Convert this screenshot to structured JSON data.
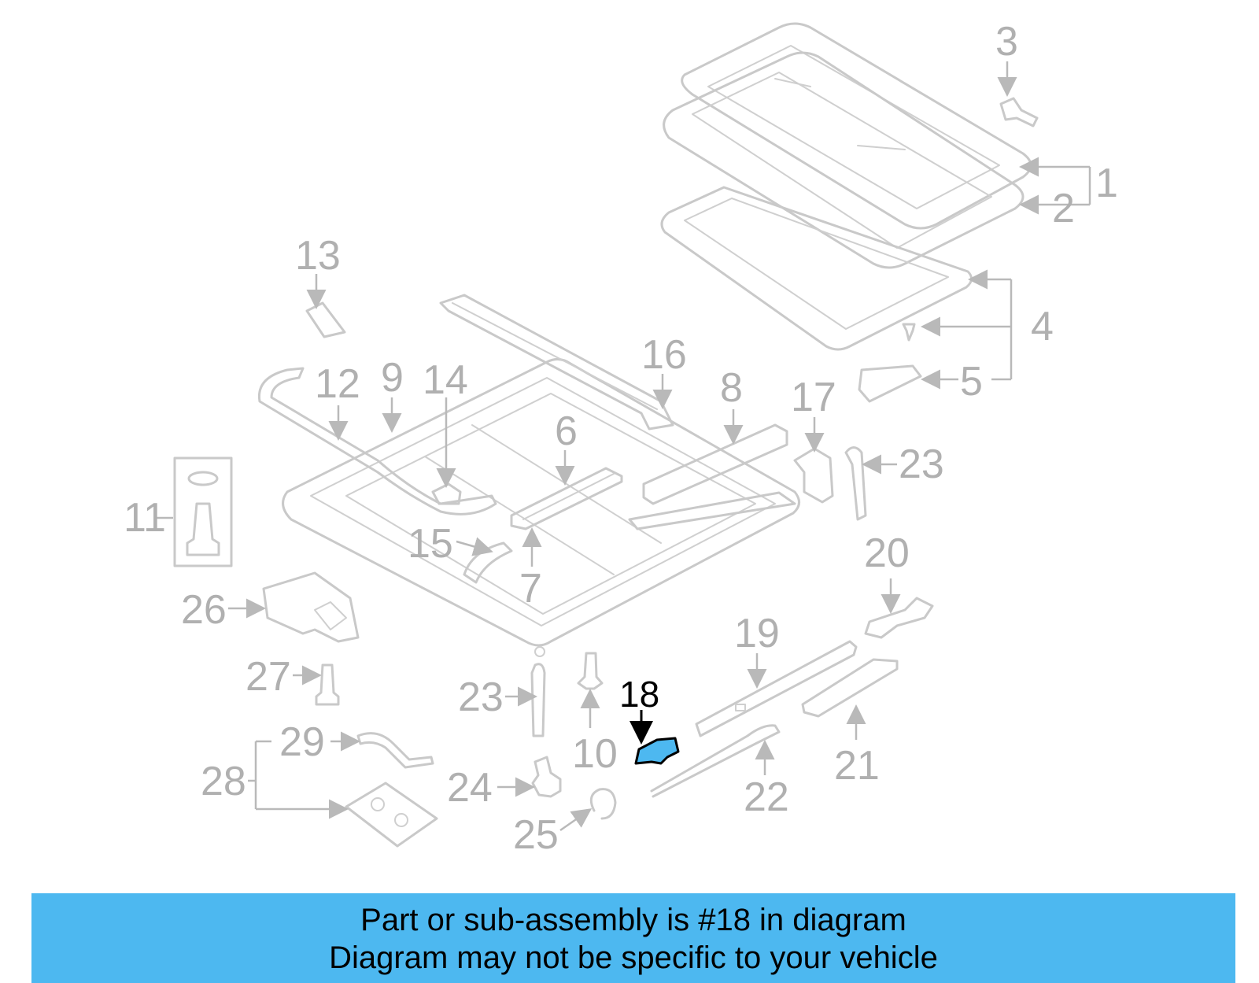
{
  "highlight_color": "#4db8f0",
  "highlighted_part": "18",
  "callouts": {
    "c1": "1",
    "c2": "2",
    "c3": "3",
    "c4": "4",
    "c5": "5",
    "c6": "6",
    "c7": "7",
    "c8": "8",
    "c9": "9",
    "c10": "10",
    "c11": "11",
    "c12": "12",
    "c13": "13",
    "c14": "14",
    "c15": "15",
    "c16": "16",
    "c17": "17",
    "c18": "18",
    "c19": "19",
    "c20": "20",
    "c21": "21",
    "c22": "22",
    "c23a": "23",
    "c23b": "23",
    "c24": "24",
    "c25": "25",
    "c26": "26",
    "c27": "27",
    "c28": "28",
    "c29": "29"
  },
  "banner": {
    "line1": "Part or sub-assembly is #18 in diagram",
    "line2": "Diagram may not be specific to your vehicle"
  }
}
